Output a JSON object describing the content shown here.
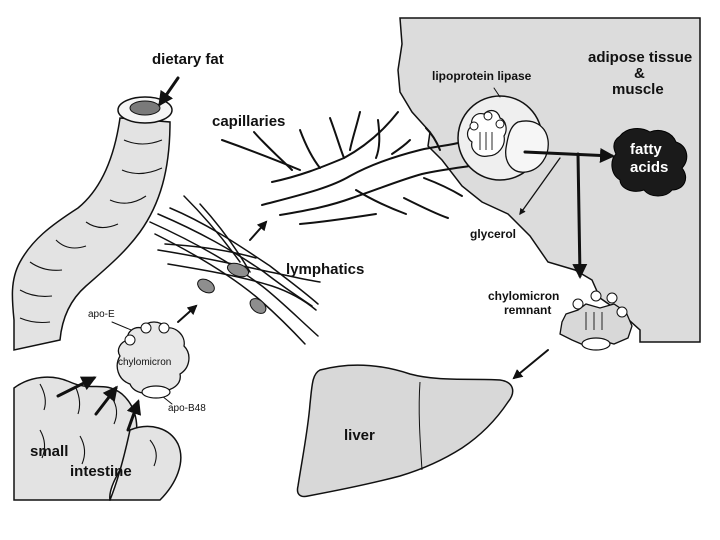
{
  "labels": {
    "dietary_fat": "dietary fat",
    "capillaries": "capillaries",
    "lipoprotein_lipase": "lipoprotein lipase",
    "adipose_tissue": "adipose tissue",
    "ampersand": "&",
    "muscle": "muscle",
    "fatty": "fatty",
    "acids": "acids",
    "glycerol": "glycerol",
    "lymphatics": "lymphatics",
    "chylomicron_remnant_line1": "chylomicron",
    "chylomicron_remnant_line2": "remnant",
    "apo_e": "apo-E",
    "chylomicron": "chylomicron",
    "apo_b48": "apo-B48",
    "liver": "liver",
    "small": "small",
    "intestine": "intestine"
  }
}
